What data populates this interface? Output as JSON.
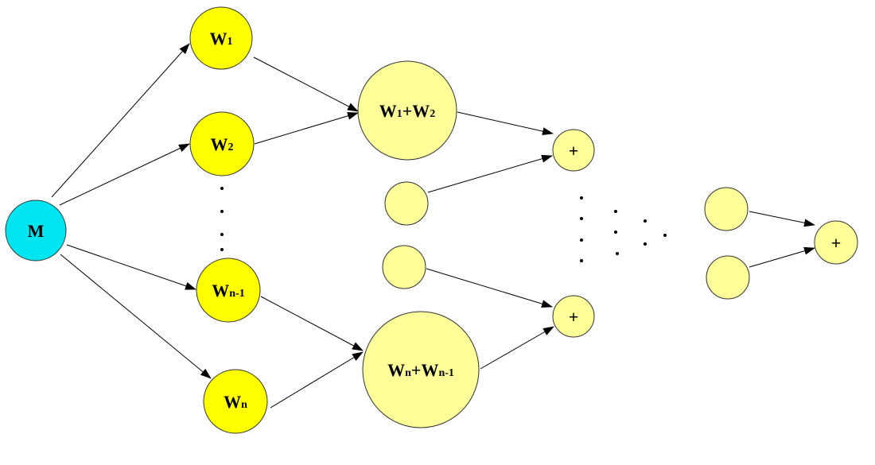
{
  "colors": {
    "source": "#00e5f0",
    "first_level": "#ffff00",
    "merged": "#ffff99",
    "edge": "#000000",
    "node_outline": "#333333"
  },
  "nodes": {
    "m": {
      "label": "M"
    },
    "w1": {
      "base": "W",
      "sub": "1"
    },
    "w2": {
      "base": "W",
      "sub": "2"
    },
    "wn1": {
      "base": "W",
      "sub": "n-1"
    },
    "wn": {
      "base": "W",
      "sub": "n"
    },
    "w1w2": {
      "base1": "W",
      "sub1": "1",
      "op": "+",
      "base2": "W",
      "sub2": "2"
    },
    "wnwn1": {
      "base1": "W",
      "sub1": "n",
      "op": "+",
      "base2": "W",
      "sub2": "n-1"
    },
    "plus_top": {
      "label": "+"
    },
    "plus_bottom": {
      "label": "+"
    },
    "plus_final": {
      "label": "+"
    }
  }
}
